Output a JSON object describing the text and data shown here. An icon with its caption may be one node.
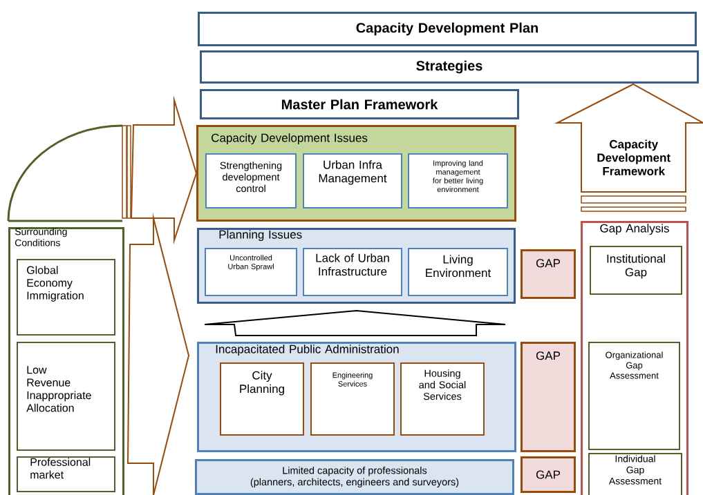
{
  "diagram": {
    "nodes": [
      {
        "text": [
          "Capacity Development Plan"
        ]
      },
      {
        "text": [
          "Strategies"
        ]
      },
      {
        "text": [
          "Master Plan Framework"
        ]
      },
      {
        "text": [
          "Capacity Development Issues"
        ]
      },
      {
        "text": [
          "Strengthening development control"
        ],
        "in": 3
      },
      {
        "text": [
          "Urban Infra Management"
        ],
        "in": 3
      },
      {
        "text": [
          "Improving land management for better living environment"
        ],
        "in": 3
      },
      {
        "text": [
          "Planning Issues"
        ]
      },
      {
        "text": [
          "Uncontrolled Urban Sprawl"
        ],
        "in": 7
      },
      {
        "text": [
          "Lack of Urban Infrastructure"
        ],
        "in": 7
      },
      {
        "text": [
          "Living Environment"
        ],
        "in": 7
      },
      {
        "text": [
          "GAP"
        ]
      },
      {
        "text": [
          "Incapacitated Public Administration"
        ]
      },
      {
        "text": [
          "City Planning"
        ],
        "in": 12
      },
      {
        "text": [
          "Engineering Services"
        ],
        "in": 12
      },
      {
        "text": [
          "Housing and Social Services"
        ],
        "in": 12
      },
      {
        "text": [
          "GAP"
        ]
      },
      {
        "text": [
          "Limited capacity of professionals (planners, architects, engineers and surveyors)"
        ]
      },
      {
        "text": [
          "GAP"
        ]
      },
      {
        "text": [
          "Capacity Development Framework"
        ]
      },
      {
        "text": [
          "Gap Analysis"
        ]
      },
      {
        "text": [
          "Institutional Gap"
        ],
        "in": 20
      },
      {
        "text": [
          "Organizational Gap Assessment"
        ],
        "in": 20
      },
      {
        "text": [
          "Individual Gap Assessment"
        ],
        "in": 20
      },
      {
        "text": [
          "Surrounding Conditions"
        ]
      },
      {
        "text": [
          "Global Economy Immigration"
        ],
        "in": 24
      },
      {
        "text": [
          "Low Revenue Inappropriate Allocation"
        ],
        "in": 24
      },
      {
        "text": [
          "Professional market"
        ],
        "in": 24
      }
    ],
    "edges": [
      {
        "from": 24,
        "to": 3,
        "arrow": "to"
      },
      {
        "from": 24,
        "to": 12,
        "arrow": "to"
      },
      {
        "from": 12,
        "to": 7,
        "arrow": "to",
        "color": "#000000"
      }
    ]
  }
}
